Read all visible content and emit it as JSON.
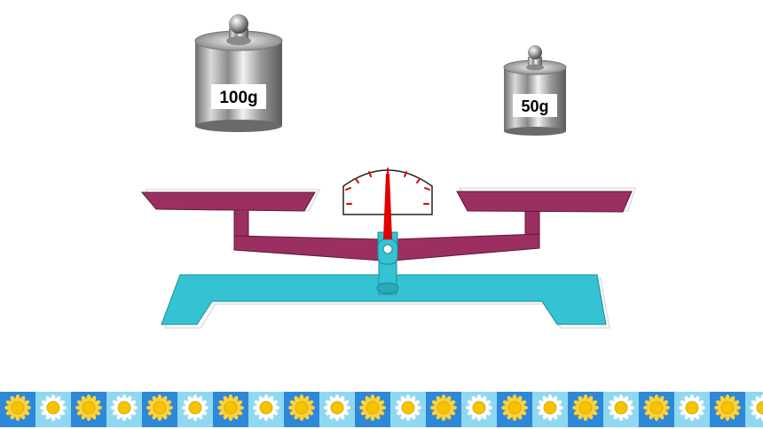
{
  "weights": [
    {
      "label": "100g"
    },
    {
      "label": "50g"
    }
  ],
  "colors": {
    "beam": "#9b2f62",
    "base": "#35c3d3",
    "needle": "#e00000",
    "dial_ticks": "#e00000",
    "border_blue": "#2d88d8",
    "border_light": "#8fd8f2",
    "sun_petal": "#ffd23a",
    "sun_core": "#f5c400"
  },
  "border": {
    "tile_count": 22,
    "pattern": "sun-tiles"
  }
}
